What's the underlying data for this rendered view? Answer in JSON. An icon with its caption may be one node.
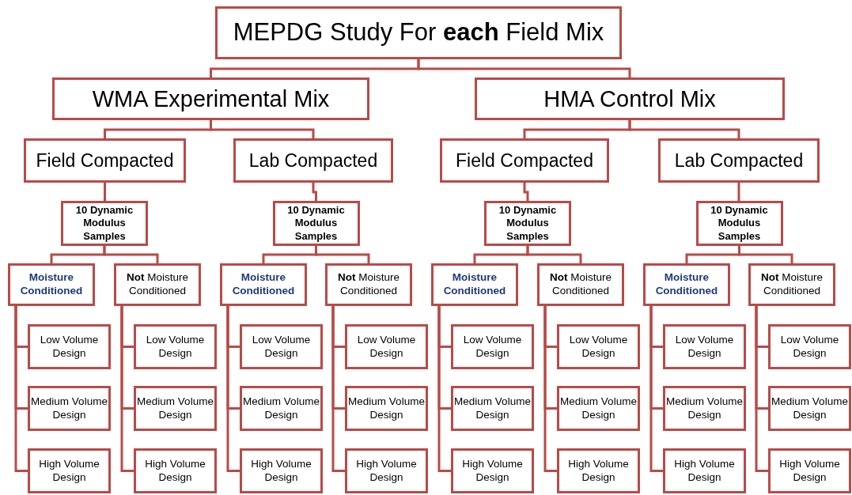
{
  "diagram": {
    "nodes": [
      {
        "text": [
          "MEPDG Study For **each** Field Mix"
        ]
      },
      {
        "text": [
          "WMA Experimental Mix"
        ]
      },
      {
        "text": [
          "HMA Control Mix"
        ]
      },
      {
        "text": [
          "Field Compacted"
        ]
      },
      {
        "text": [
          "Lab Compacted"
        ]
      },
      {
        "text": [
          "Field Compacted"
        ]
      },
      {
        "text": [
          "Lab Compacted"
        ]
      },
      {
        "text": [
          "10 Dynamic Modulus Samples"
        ]
      },
      {
        "text": [
          "10 Dynamic Modulus Samples"
        ]
      },
      {
        "text": [
          "10 Dynamic Modulus Samples"
        ]
      },
      {
        "text": [
          "10 Dynamic Modulus Samples"
        ]
      },
      {
        "text": [
          "Moisture Conditioned"
        ]
      },
      {
        "text": [
          "**Not** Moisture Conditioned"
        ]
      },
      {
        "text": [
          "Moisture Conditioned"
        ]
      },
      {
        "text": [
          "**Not** Moisture Conditioned"
        ]
      },
      {
        "text": [
          "Moisture Conditioned"
        ]
      },
      {
        "text": [
          "**Not** Moisture Conditioned"
        ]
      },
      {
        "text": [
          "Moisture Conditioned"
        ]
      },
      {
        "text": [
          "**Not** Moisture Conditioned"
        ]
      },
      {
        "text": [
          "Low Volume Design"
        ]
      },
      {
        "text": [
          "Medium Volume Design"
        ]
      },
      {
        "text": [
          "High Volume Design"
        ]
      },
      {
        "text": [
          "Low Volume Design"
        ]
      },
      {
        "text": [
          "Medium Volume Design"
        ]
      },
      {
        "text": [
          "High Volume Design"
        ]
      },
      {
        "text": [
          "Low Volume Design"
        ]
      },
      {
        "text": [
          "Medium Volume Design"
        ]
      },
      {
        "text": [
          "High Volume Design"
        ]
      },
      {
        "text": [
          "Low Volume Design"
        ]
      },
      {
        "text": [
          "Medium Volume Design"
        ]
      },
      {
        "text": [
          "High Volume Design"
        ]
      },
      {
        "text": [
          "Low Volume Design"
        ]
      },
      {
        "text": [
          "Medium Volume Design"
        ]
      },
      {
        "text": [
          "High Volume Design"
        ]
      },
      {
        "text": [
          "Low Volume Design"
        ]
      },
      {
        "text": [
          "Medium Volume Design"
        ]
      },
      {
        "text": [
          "High Volume Design"
        ]
      },
      {
        "text": [
          "Low Volume Design"
        ]
      },
      {
        "text": [
          "Medium Volume Design"
        ]
      },
      {
        "text": [
          "High Volume Design"
        ]
      },
      {
        "text": [
          "Low Volume Design"
        ]
      },
      {
        "text": [
          "Medium Volume Design"
        ]
      },
      {
        "text": [
          "High Volume Design"
        ]
      }
    ],
    "edges": [
      {
        "from": 0,
        "to": 1,
        "arrow": "none"
      },
      {
        "from": 0,
        "to": 2,
        "arrow": "none"
      },
      {
        "from": 1,
        "to": 3,
        "arrow": "none"
      },
      {
        "from": 1,
        "to": 4,
        "arrow": "none"
      },
      {
        "from": 2,
        "to": 5,
        "arrow": "none"
      },
      {
        "from": 2,
        "to": 6,
        "arrow": "none"
      },
      {
        "from": 3,
        "to": 7,
        "arrow": "none"
      },
      {
        "from": 4,
        "to": 8,
        "arrow": "none"
      },
      {
        "from": 5,
        "to": 9,
        "arrow": "none"
      },
      {
        "from": 6,
        "to": 10,
        "arrow": "none"
      },
      {
        "from": 7,
        "to": 11,
        "arrow": "none"
      },
      {
        "from": 7,
        "to": 12,
        "arrow": "none"
      },
      {
        "from": 8,
        "to": 13,
        "arrow": "none"
      },
      {
        "from": 8,
        "to": 14,
        "arrow": "none"
      },
      {
        "from": 9,
        "to": 15,
        "arrow": "none"
      },
      {
        "from": 9,
        "to": 16,
        "arrow": "none"
      },
      {
        "from": 10,
        "to": 17,
        "arrow": "none"
      },
      {
        "from": 10,
        "to": 18,
        "arrow": "none"
      },
      {
        "from": 11,
        "to": 19,
        "arrow": "none"
      },
      {
        "from": 11,
        "to": 20,
        "arrow": "none"
      },
      {
        "from": 11,
        "to": 21,
        "arrow": "none"
      },
      {
        "from": 12,
        "to": 22,
        "arrow": "none"
      },
      {
        "from": 12,
        "to": 23,
        "arrow": "none"
      },
      {
        "from": 12,
        "to": 24,
        "arrow": "none"
      },
      {
        "from": 13,
        "to": 25,
        "arrow": "none"
      },
      {
        "from": 13,
        "to": 26,
        "arrow": "none"
      },
      {
        "from": 13,
        "to": 27,
        "arrow": "none"
      },
      {
        "from": 14,
        "to": 28,
        "arrow": "none"
      },
      {
        "from": 14,
        "to": 29,
        "arrow": "none"
      },
      {
        "from": 14,
        "to": 30,
        "arrow": "none"
      },
      {
        "from": 15,
        "to": 31,
        "arrow": "none"
      },
      {
        "from": 15,
        "to": 32,
        "arrow": "none"
      },
      {
        "from": 15,
        "to": 33,
        "arrow": "none"
      },
      {
        "from": 16,
        "to": 34,
        "arrow": "none"
      },
      {
        "from": 16,
        "to": 35,
        "arrow": "none"
      },
      {
        "from": 16,
        "to": 36,
        "arrow": "none"
      },
      {
        "from": 17,
        "to": 37,
        "arrow": "none"
      },
      {
        "from": 17,
        "to": 38,
        "arrow": "none"
      },
      {
        "from": 17,
        "to": 39,
        "arrow": "none"
      },
      {
        "from": 18,
        "to": 40,
        "arrow": "none"
      },
      {
        "from": 18,
        "to": 41,
        "arrow": "none"
      },
      {
        "from": 18,
        "to": 42,
        "arrow": "none"
      }
    ]
  }
}
